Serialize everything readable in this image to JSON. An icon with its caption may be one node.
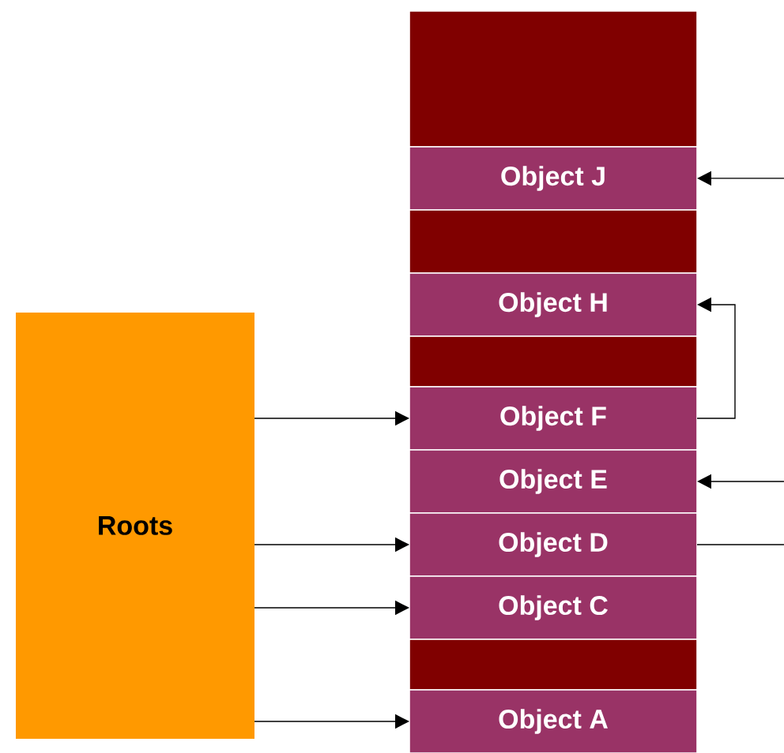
{
  "diagram": {
    "nodes": [
      {
        "text": [
          "Roots"
        ]
      },
      {
        "text": [],
        "shape": "box"
      },
      {
        "text": [
          "Object J"
        ]
      },
      {
        "text": [],
        "shape": "box"
      },
      {
        "text": [
          "Object H"
        ]
      },
      {
        "text": [],
        "shape": "box"
      },
      {
        "text": [
          "Object F"
        ]
      },
      {
        "text": [
          "Object E"
        ]
      },
      {
        "text": [
          "Object D"
        ]
      },
      {
        "text": [
          "Object C"
        ]
      },
      {
        "text": [],
        "shape": "box"
      },
      {
        "text": [
          "Object A"
        ]
      }
    ],
    "edges": [
      {
        "from": 0,
        "to": 6,
        "arrow": "to"
      },
      {
        "from": 0,
        "to": 8,
        "arrow": "to"
      },
      {
        "from": 0,
        "to": 9,
        "arrow": "to"
      },
      {
        "from": 0,
        "to": 11,
        "arrow": "to"
      },
      {
        "from": null,
        "to": 2,
        "arrow": "to"
      },
      {
        "from": 6,
        "to": 4,
        "arrow": "to"
      },
      {
        "from": null,
        "to": 7,
        "arrow": "to"
      },
      {
        "from": 8,
        "to": null,
        "arrow": "none"
      }
    ]
  }
}
